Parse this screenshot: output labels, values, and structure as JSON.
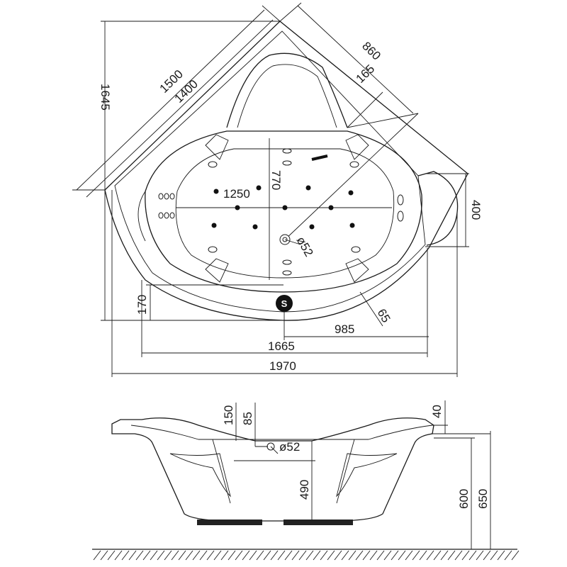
{
  "top_view": {
    "dimensions": {
      "d1500": "1500",
      "d1400": "1400",
      "d1645": "1645",
      "d860": "860",
      "d165": "165",
      "d770": "770",
      "d1250": "1250",
      "d52": "ø52",
      "d400": "400",
      "d170": "170",
      "d65": "65",
      "d985": "985",
      "d1665": "1665",
      "d1970": "1970"
    },
    "drain_symbol": "S"
  },
  "side_view": {
    "dimensions": {
      "d150": "150",
      "d85": "85",
      "d52": "ø52",
      "d40": "40",
      "d490": "490",
      "d600": "600",
      "d650": "650"
    }
  }
}
